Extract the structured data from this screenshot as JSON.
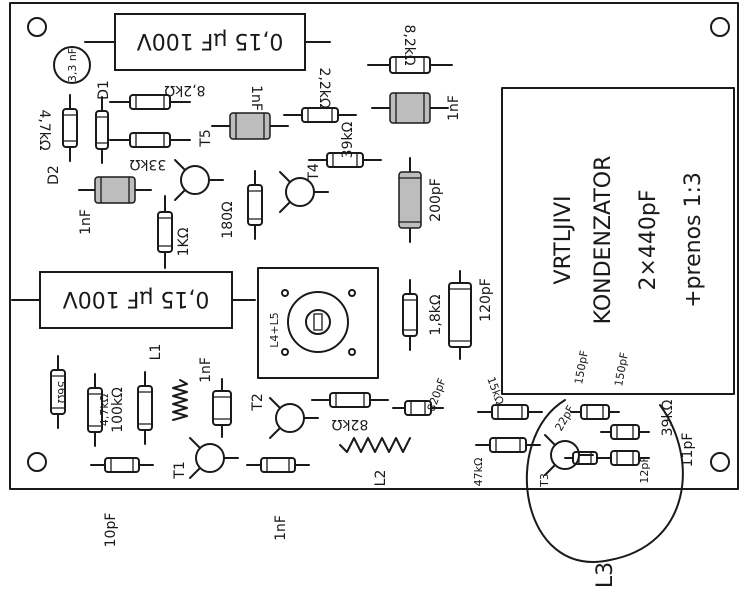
{
  "board": {
    "capacitor_top": "0,15 μF 100V",
    "capacitor_mid": "0,15 μF 100V",
    "sticker": "3,3 nF",
    "variable_capacitor": {
      "line1": "VRTLJIVI",
      "line2": "KONDENZATOR",
      "line3": "2×440pF",
      "line4": "+prenos 1:3"
    },
    "labels": {
      "r_82k_tr": "8,2kΩ",
      "c_1nF_right": "1nF",
      "r_22k": "2,2kΩ",
      "r_39k": "39kΩ",
      "c_200pF": "200pF",
      "r_82k_left": "8,2kΩ",
      "c_1nF_t5": "1nF",
      "t5": "T5",
      "d1": "D1",
      "r_47k": "4,7kΩ",
      "r_33k": "33kΩ",
      "d2": "D2",
      "t4": "T4",
      "c_1nF_left": "1nF",
      "r_180": "180Ω",
      "r_1k": "1KΩ",
      "coil_module": "L4+L5",
      "r_18k": "1,8kΩ",
      "c_120pF": "120pF",
      "r_56": "56Ω",
      "r_100k": "100kΩ",
      "r_4k7": "4,7kΩ",
      "l1": "L1",
      "c_1nF_l1": "1nF",
      "t2": "T2",
      "t1": "T1",
      "r_82k_bottom": "82kΩ",
      "l2": "L2",
      "c_820pF": "820pF",
      "r_15k": "15kΩ",
      "r_47k_bottom": "47kΩ",
      "c_150pF_1": "150pF",
      "c_150pF_2": "150pF",
      "r_39k_bottom": "39kΩ",
      "c_11pF": "11pF",
      "c_12pF": "12pF",
      "c_22pF": "22pF",
      "t3": "T3"
    },
    "below": {
      "c_10pF": "10pF",
      "c_1nF": "1nF",
      "l3": "L3"
    }
  }
}
